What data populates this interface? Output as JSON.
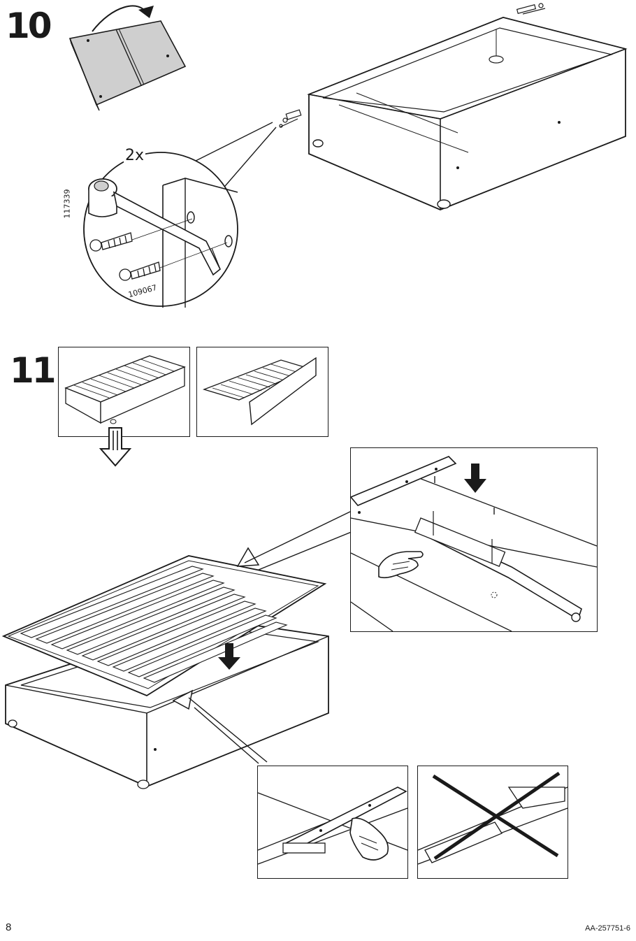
{
  "steps": [
    {
      "number": "10",
      "quantity": "2x",
      "parts": [
        "117339",
        "109067"
      ]
    },
    {
      "number": "11"
    }
  ],
  "footer": {
    "page_number": "8",
    "document_code": "AA-257751-6"
  }
}
